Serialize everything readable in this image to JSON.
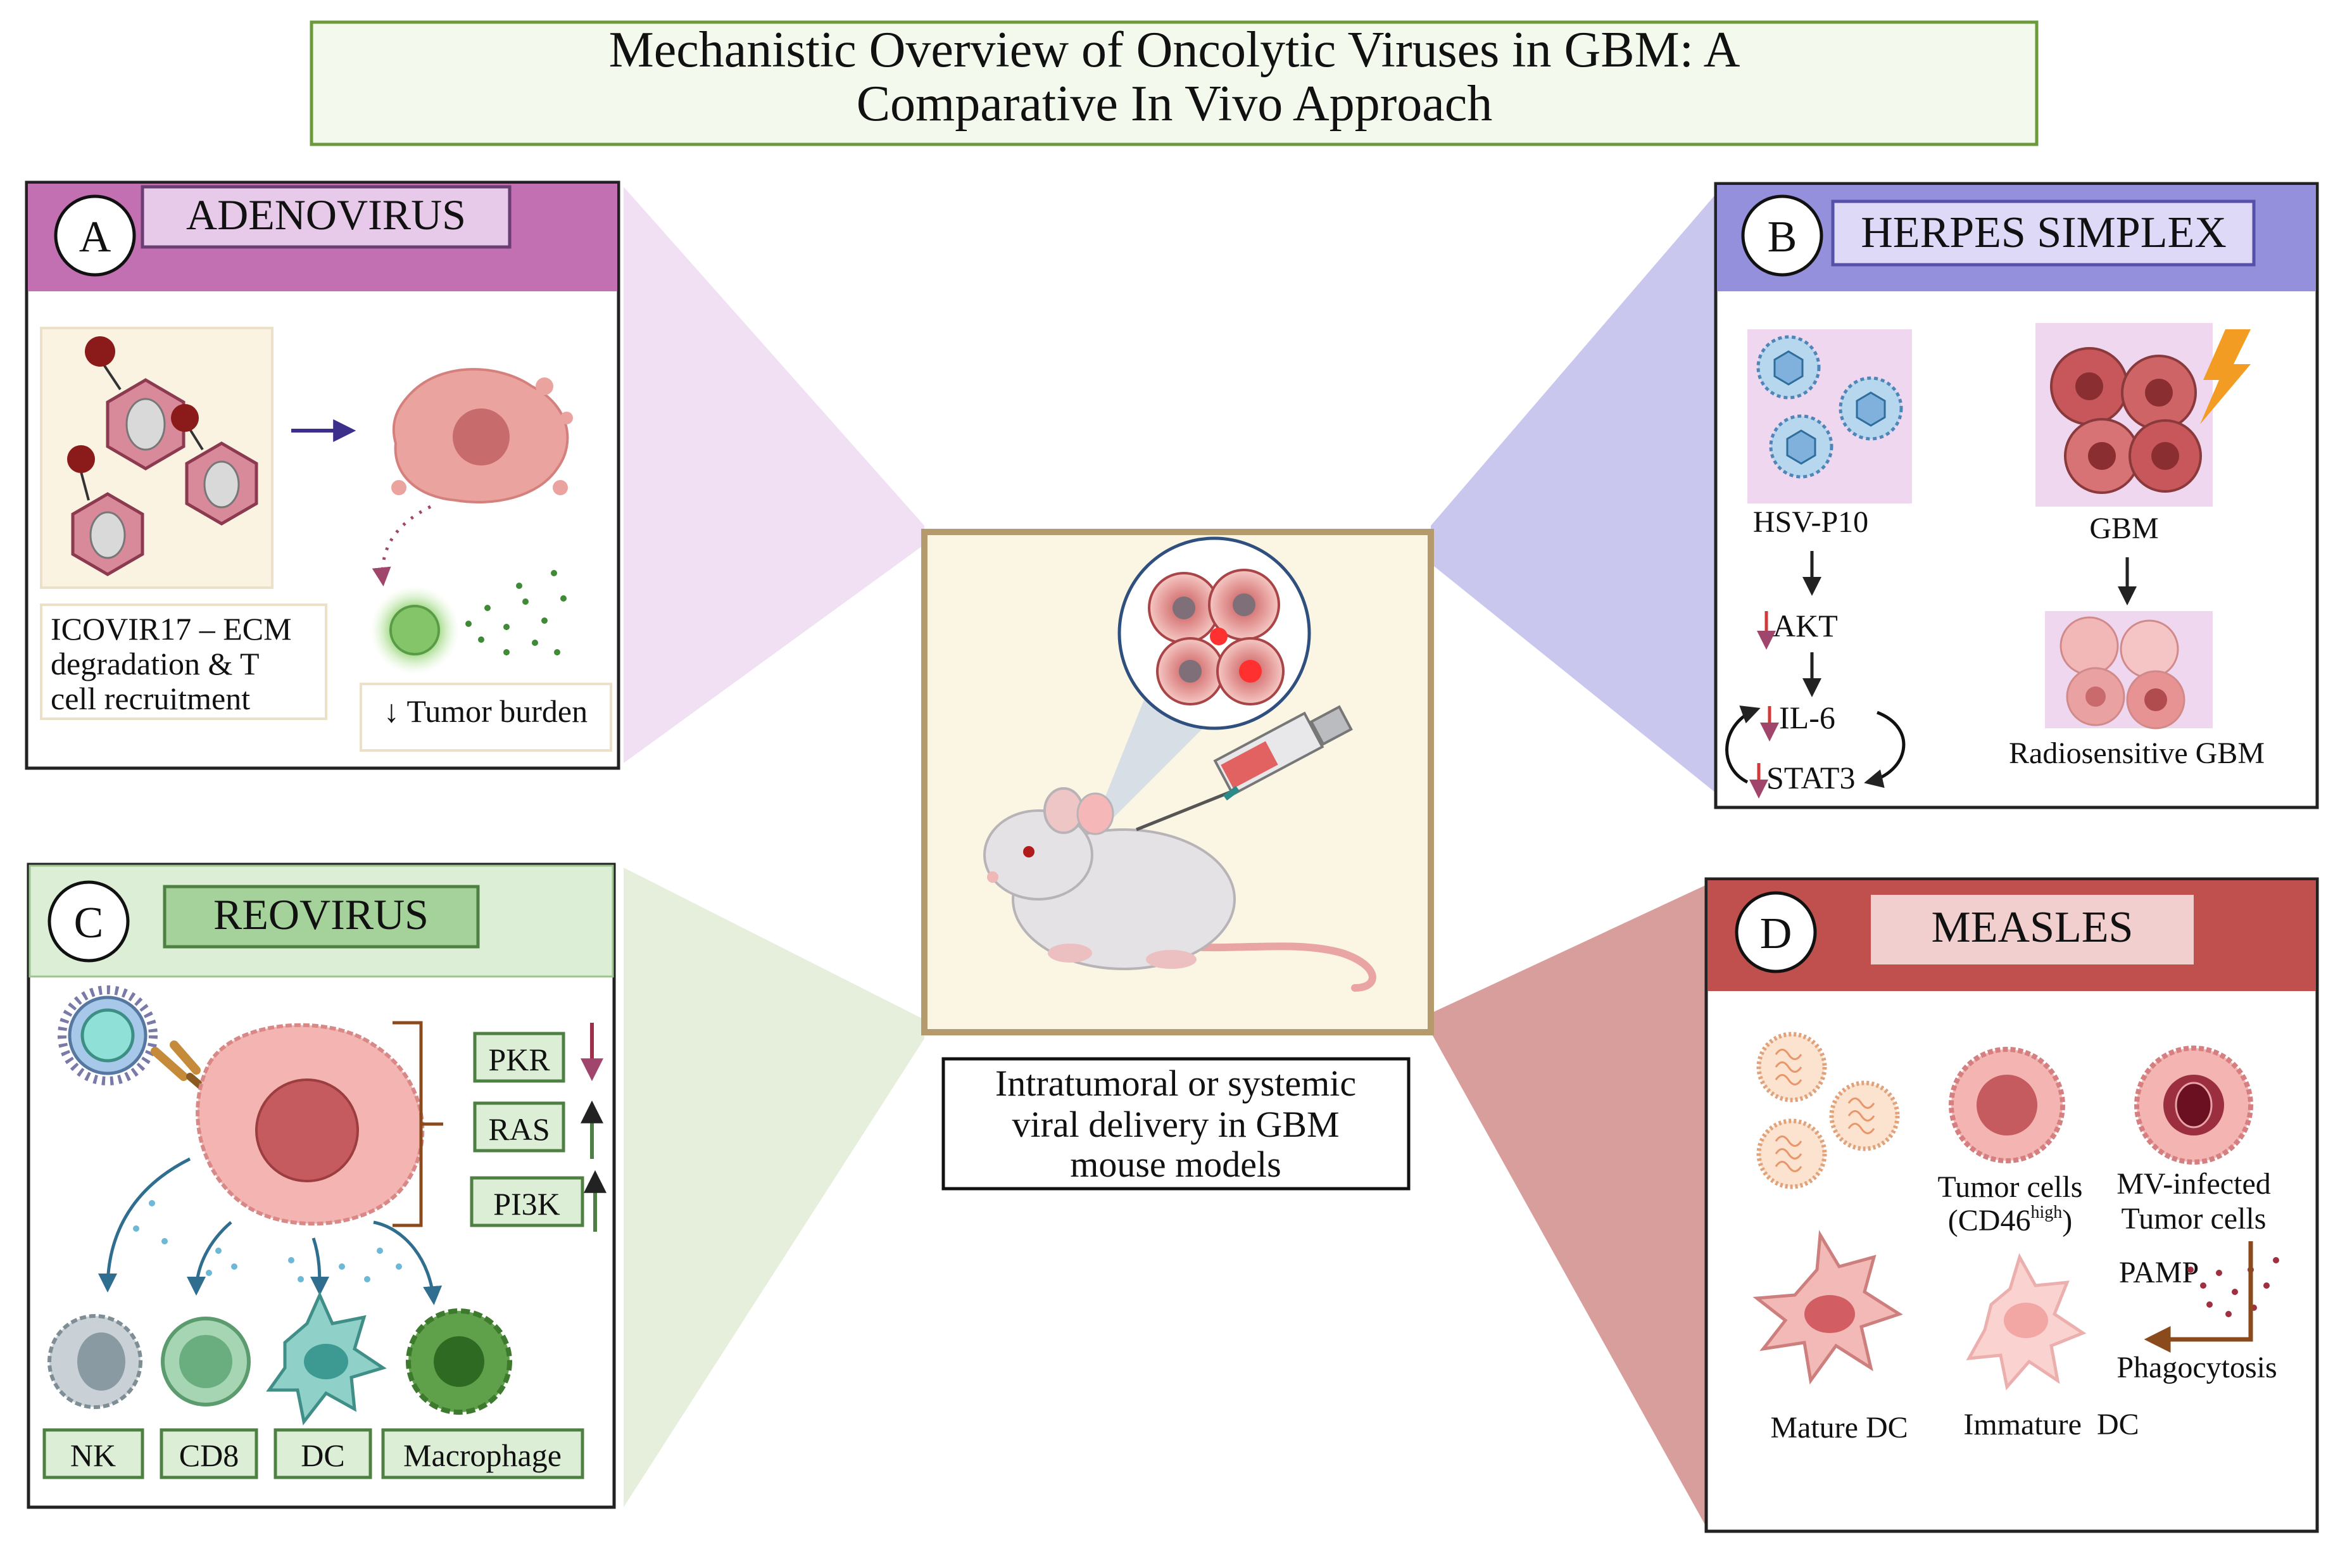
{
  "title": {
    "line1": "Mechanistic Overview of Oncolytic Viruses in GBM: A",
    "line2": "Comparative In Vivo Approach"
  },
  "center": {
    "caption_line1": "Intratumoral or systemic",
    "caption_line2": "viral delivery in GBM",
    "caption_line3": "mouse models"
  },
  "panel_a": {
    "letter": "A",
    "title": "ADENOVIRUS",
    "label_line1": "ICOVIR17 – ECM",
    "label_line2": "degradation & T",
    "label_line3": "cell recruitment",
    "outcome": "↓ Tumor burden"
  },
  "panel_b": {
    "letter": "B",
    "title": "HERPES SIMPLEX",
    "virus_label": "HSV-P10",
    "akt": "AKT",
    "il6": "IL-6",
    "stat3": "STAT3",
    "gbm_label": "GBM",
    "radio_label": "Radiosensitive GBM"
  },
  "panel_c": {
    "letter": "C",
    "title": "REOVIRUS",
    "markers": [
      "PKR",
      "RAS",
      "PI3K"
    ],
    "cells": [
      "NK",
      "CD8",
      "DC",
      "Macrophage"
    ]
  },
  "panel_d": {
    "letter": "D",
    "title": "MEASLES",
    "tumor_label_line1": "Tumor cells",
    "tumor_label_cd46": "(CD46",
    "tumor_label_sup": "high",
    "tumor_label_close": ")",
    "mv_label_line1": "MV-infected",
    "mv_label_line2": "Tumor cells",
    "pamp": "PAMP",
    "phagocytosis": "Phagocytosis",
    "mature_dc": "Mature DC",
    "immature_dc": "Immature  DC"
  },
  "colors": {
    "title_bg": "#f3f9ec",
    "title_border": "#6a9a3a",
    "adeno_header": "#c270b2",
    "adeno_tag": "#e7c9ea",
    "herpes_header": "#9590dc",
    "herpes_tag": "#ddd9f7",
    "reo_header": "#dcefd6",
    "reo_tag": "#a5d29b",
    "measles_header": "#c0504d",
    "measles_tag": "#f1cfcf",
    "center_border": "#b59a6e",
    "center_bg": "#fbf6e3"
  }
}
